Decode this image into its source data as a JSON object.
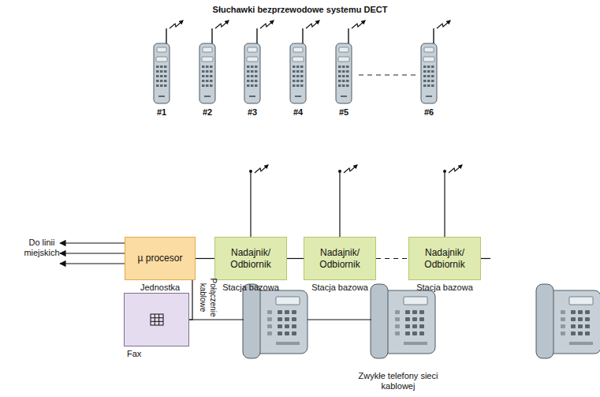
{
  "diagram": {
    "title": "Słuchawki bezprzewodowe systemu DECT",
    "nodes": [
      {
        "text": [
          "µ procesor",
          "Jednostka centralna"
        ]
      },
      {
        "text": [
          "Nadajnik/ Odbiornik",
          "Stacja bazowa"
        ]
      },
      {
        "text": [
          "Nadajnik/ Odbiornik",
          "Stacja bazowa"
        ]
      },
      {
        "text": [
          "Nadajnik/ Odbiornik",
          "Stacja bazowa"
        ]
      },
      {
        "text": [
          "Fax"
        ]
      }
    ],
    "edges": [
      {
        "from": 0,
        "to": 1,
        "arrow": "none"
      },
      {
        "from": 1,
        "to": 2,
        "arrow": "none"
      },
      {
        "from": 2,
        "to": 3,
        "arrow": "none"
      },
      {
        "from": 0,
        "to": 4,
        "arrow": "none"
      }
    ],
    "labels": [
      "#1",
      "#2",
      "#3",
      "#4",
      "#5",
      "#6",
      "Do linii miejskich",
      "Połączenie kablowe",
      "Zwykłe telefony sieci kablowej"
    ]
  }
}
